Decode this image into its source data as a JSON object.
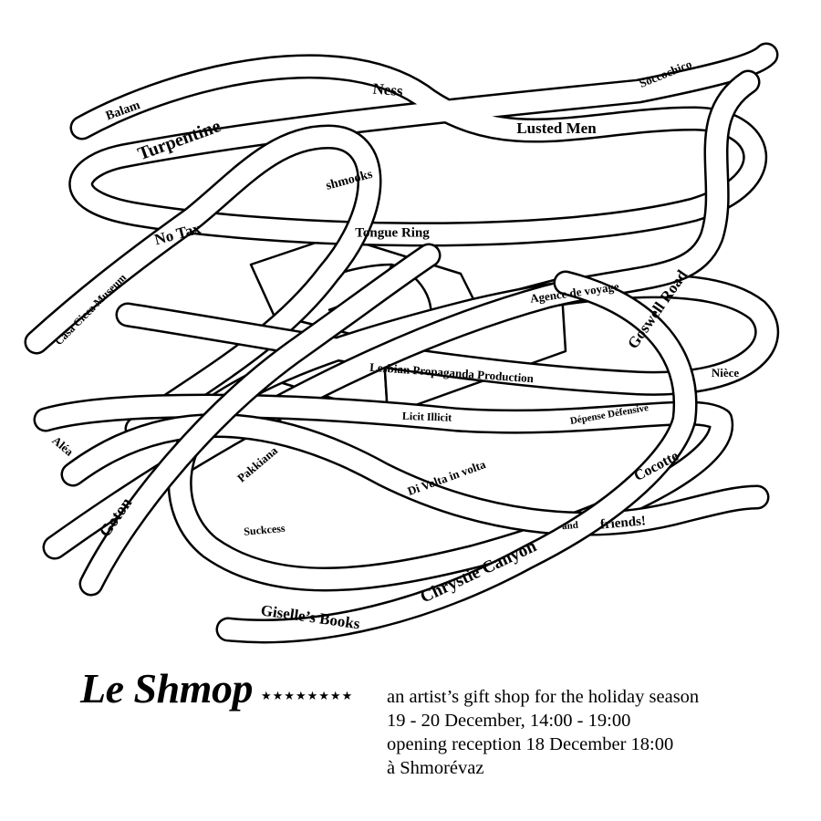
{
  "poster": {
    "title": "Le Shmop",
    "stars": "★★★★★★★★",
    "info_lines": [
      "an artist’s gift shop for the holiday season",
      "19 - 20 December, 14:00 - 19:00",
      "opening reception 18 December 18:00",
      "à Shmorévaz"
    ]
  },
  "ribbon_labels": [
    "Balam",
    "Ness",
    "Turpentine",
    "Soccochico",
    "Lusted Men",
    "shmooks",
    "No Tax",
    "Tongue Ring",
    "Casa Cicca Museum",
    "Agence de voyage",
    "Goswell Road",
    "Lesbian Propaganda Production",
    "Nièce",
    "Licit Illicit",
    "Dépense Défensive",
    "Aléa",
    "Pakkiana",
    "Di Volta in volta",
    "Cocotte",
    "Goton",
    "Suckcess",
    "and",
    "friends!",
    "Chrystie Canyon",
    "Giselle’s Books"
  ]
}
